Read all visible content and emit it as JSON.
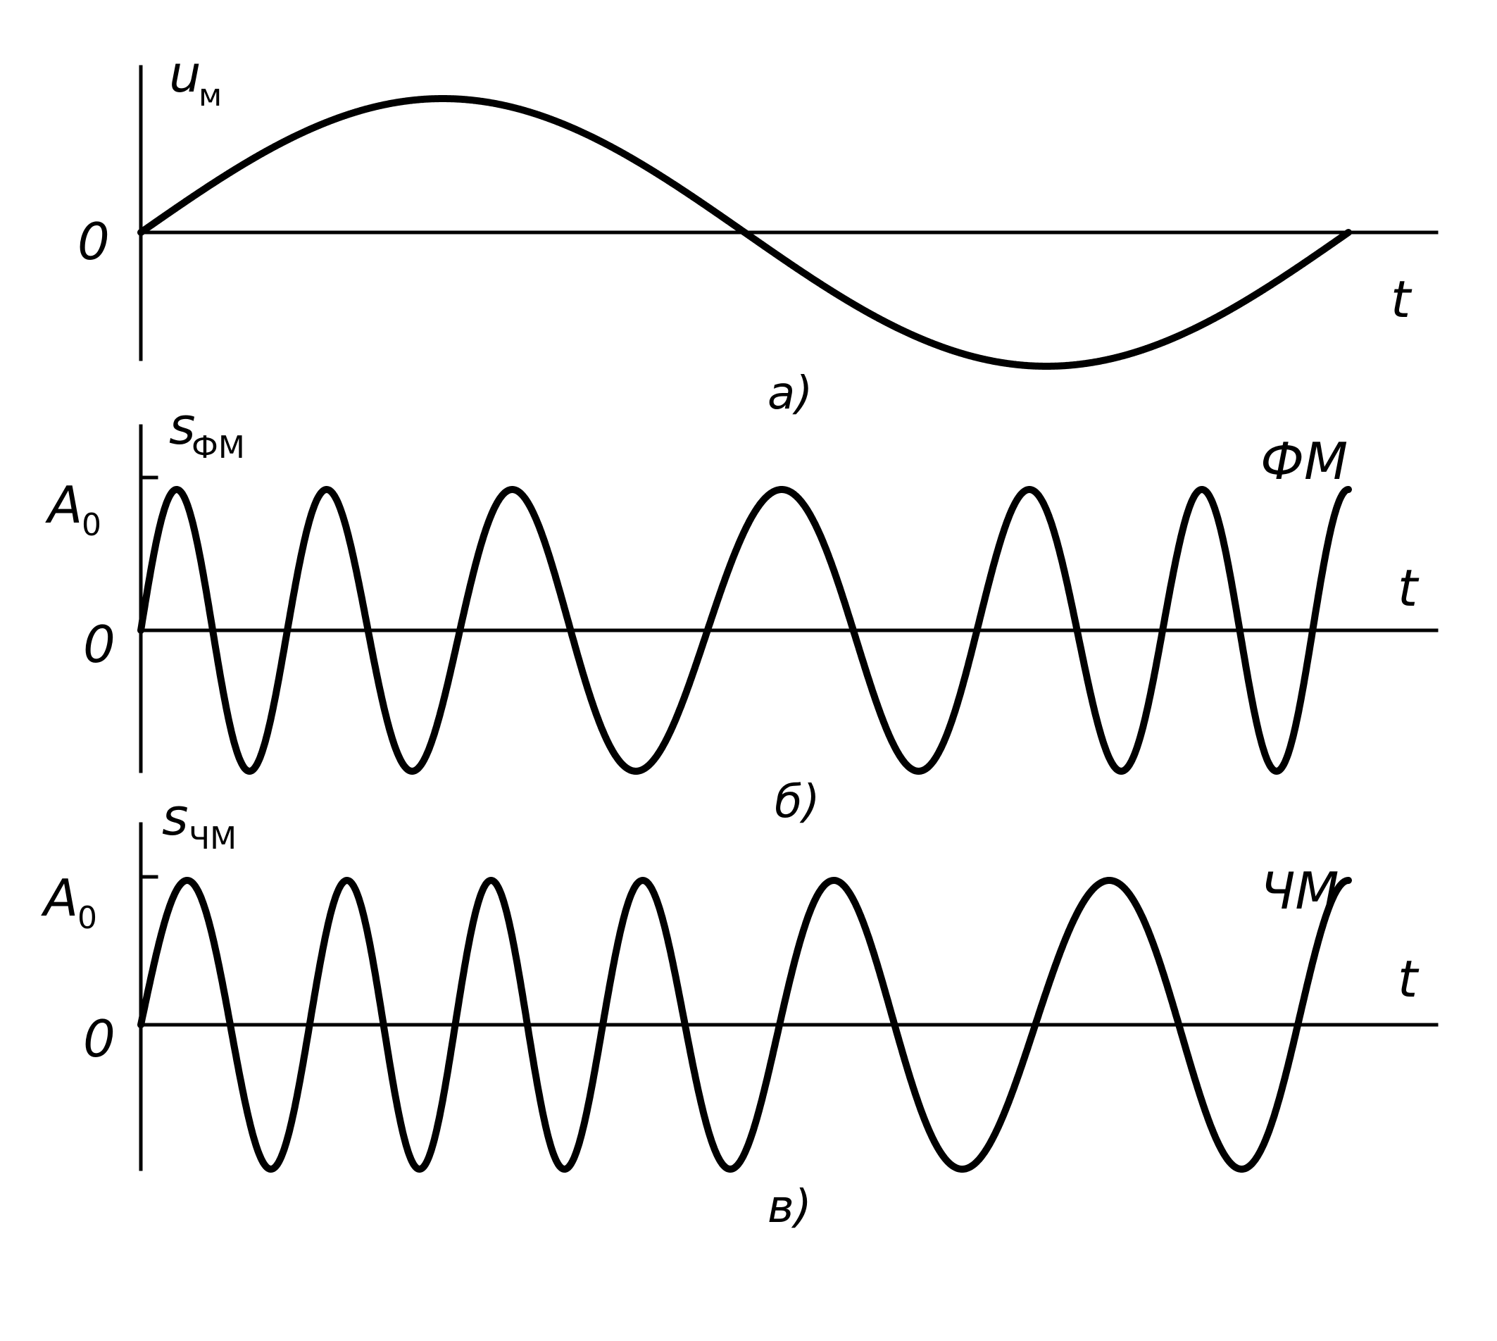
{
  "panels": [
    {
      "id": "a",
      "y_label": "u",
      "y_label_sub": "м",
      "origin_label": "0",
      "x_label": "t",
      "panel_label": "a)",
      "signal": "modulating sine, one full period"
    },
    {
      "id": "b",
      "y_label": "s",
      "y_label_sub": "ФМ",
      "amplitude_label": "A",
      "amplitude_label_sub": "0",
      "origin_label": "0",
      "x_label": "t",
      "mode_label": "ФМ",
      "panel_label": "б)"
    },
    {
      "id": "c",
      "y_label": "s",
      "y_label_sub": "ЧМ",
      "amplitude_label": "A",
      "amplitude_label_sub": "0",
      "origin_label": "0",
      "x_label": "t",
      "mode_label": "ЧМ",
      "panel_label": "в)"
    }
  ],
  "colors": {
    "ink": "#000000",
    "paper": "#ffffff"
  }
}
